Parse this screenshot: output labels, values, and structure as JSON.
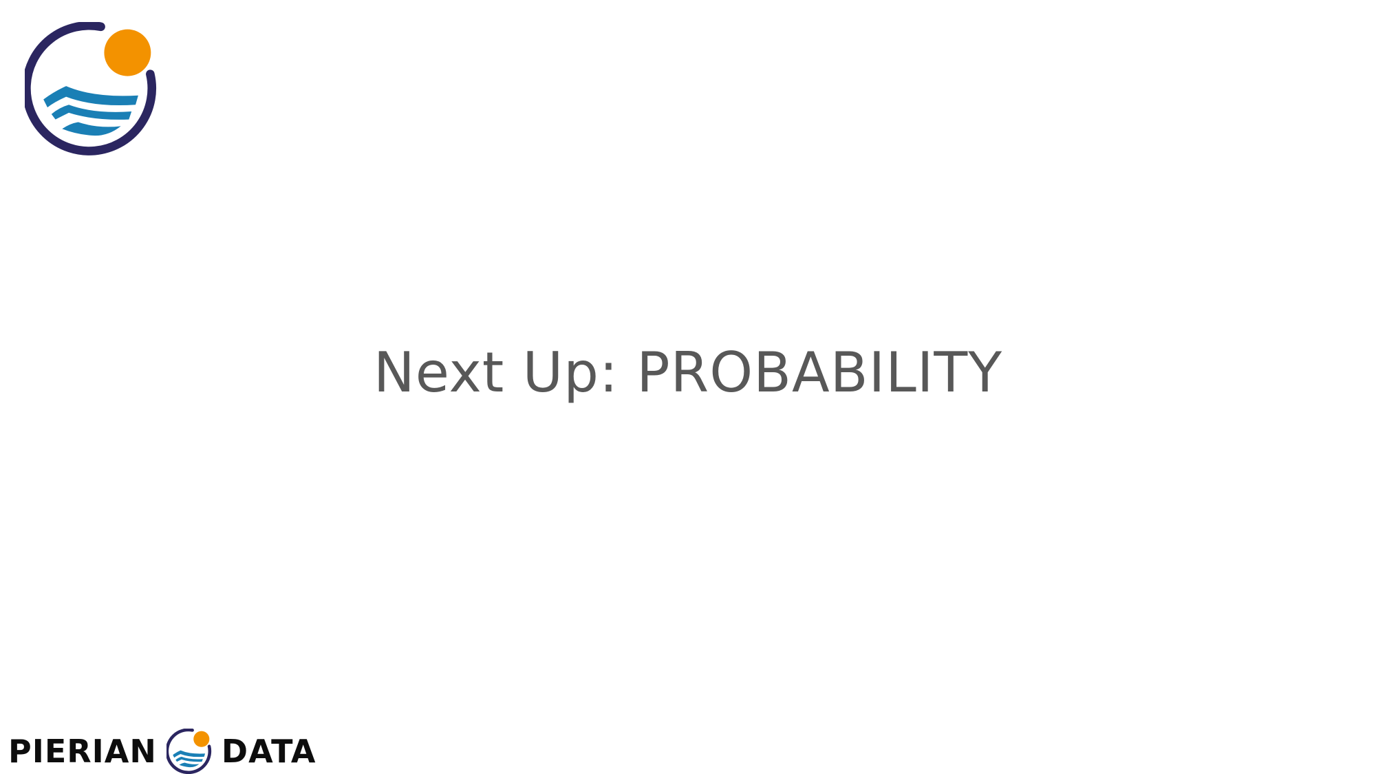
{
  "slide": {
    "title": "Next Up: PROBABILITY"
  },
  "brand": {
    "word_left": "PIERIAN",
    "word_right": "DATA"
  },
  "logo": {
    "icon": "pierian-data-logo",
    "ring_color": "#2b2660",
    "sun_color": "#f39200",
    "wave_color": "#1a7fb5"
  },
  "colors": {
    "title_text": "#585858",
    "background": "#ffffff"
  }
}
